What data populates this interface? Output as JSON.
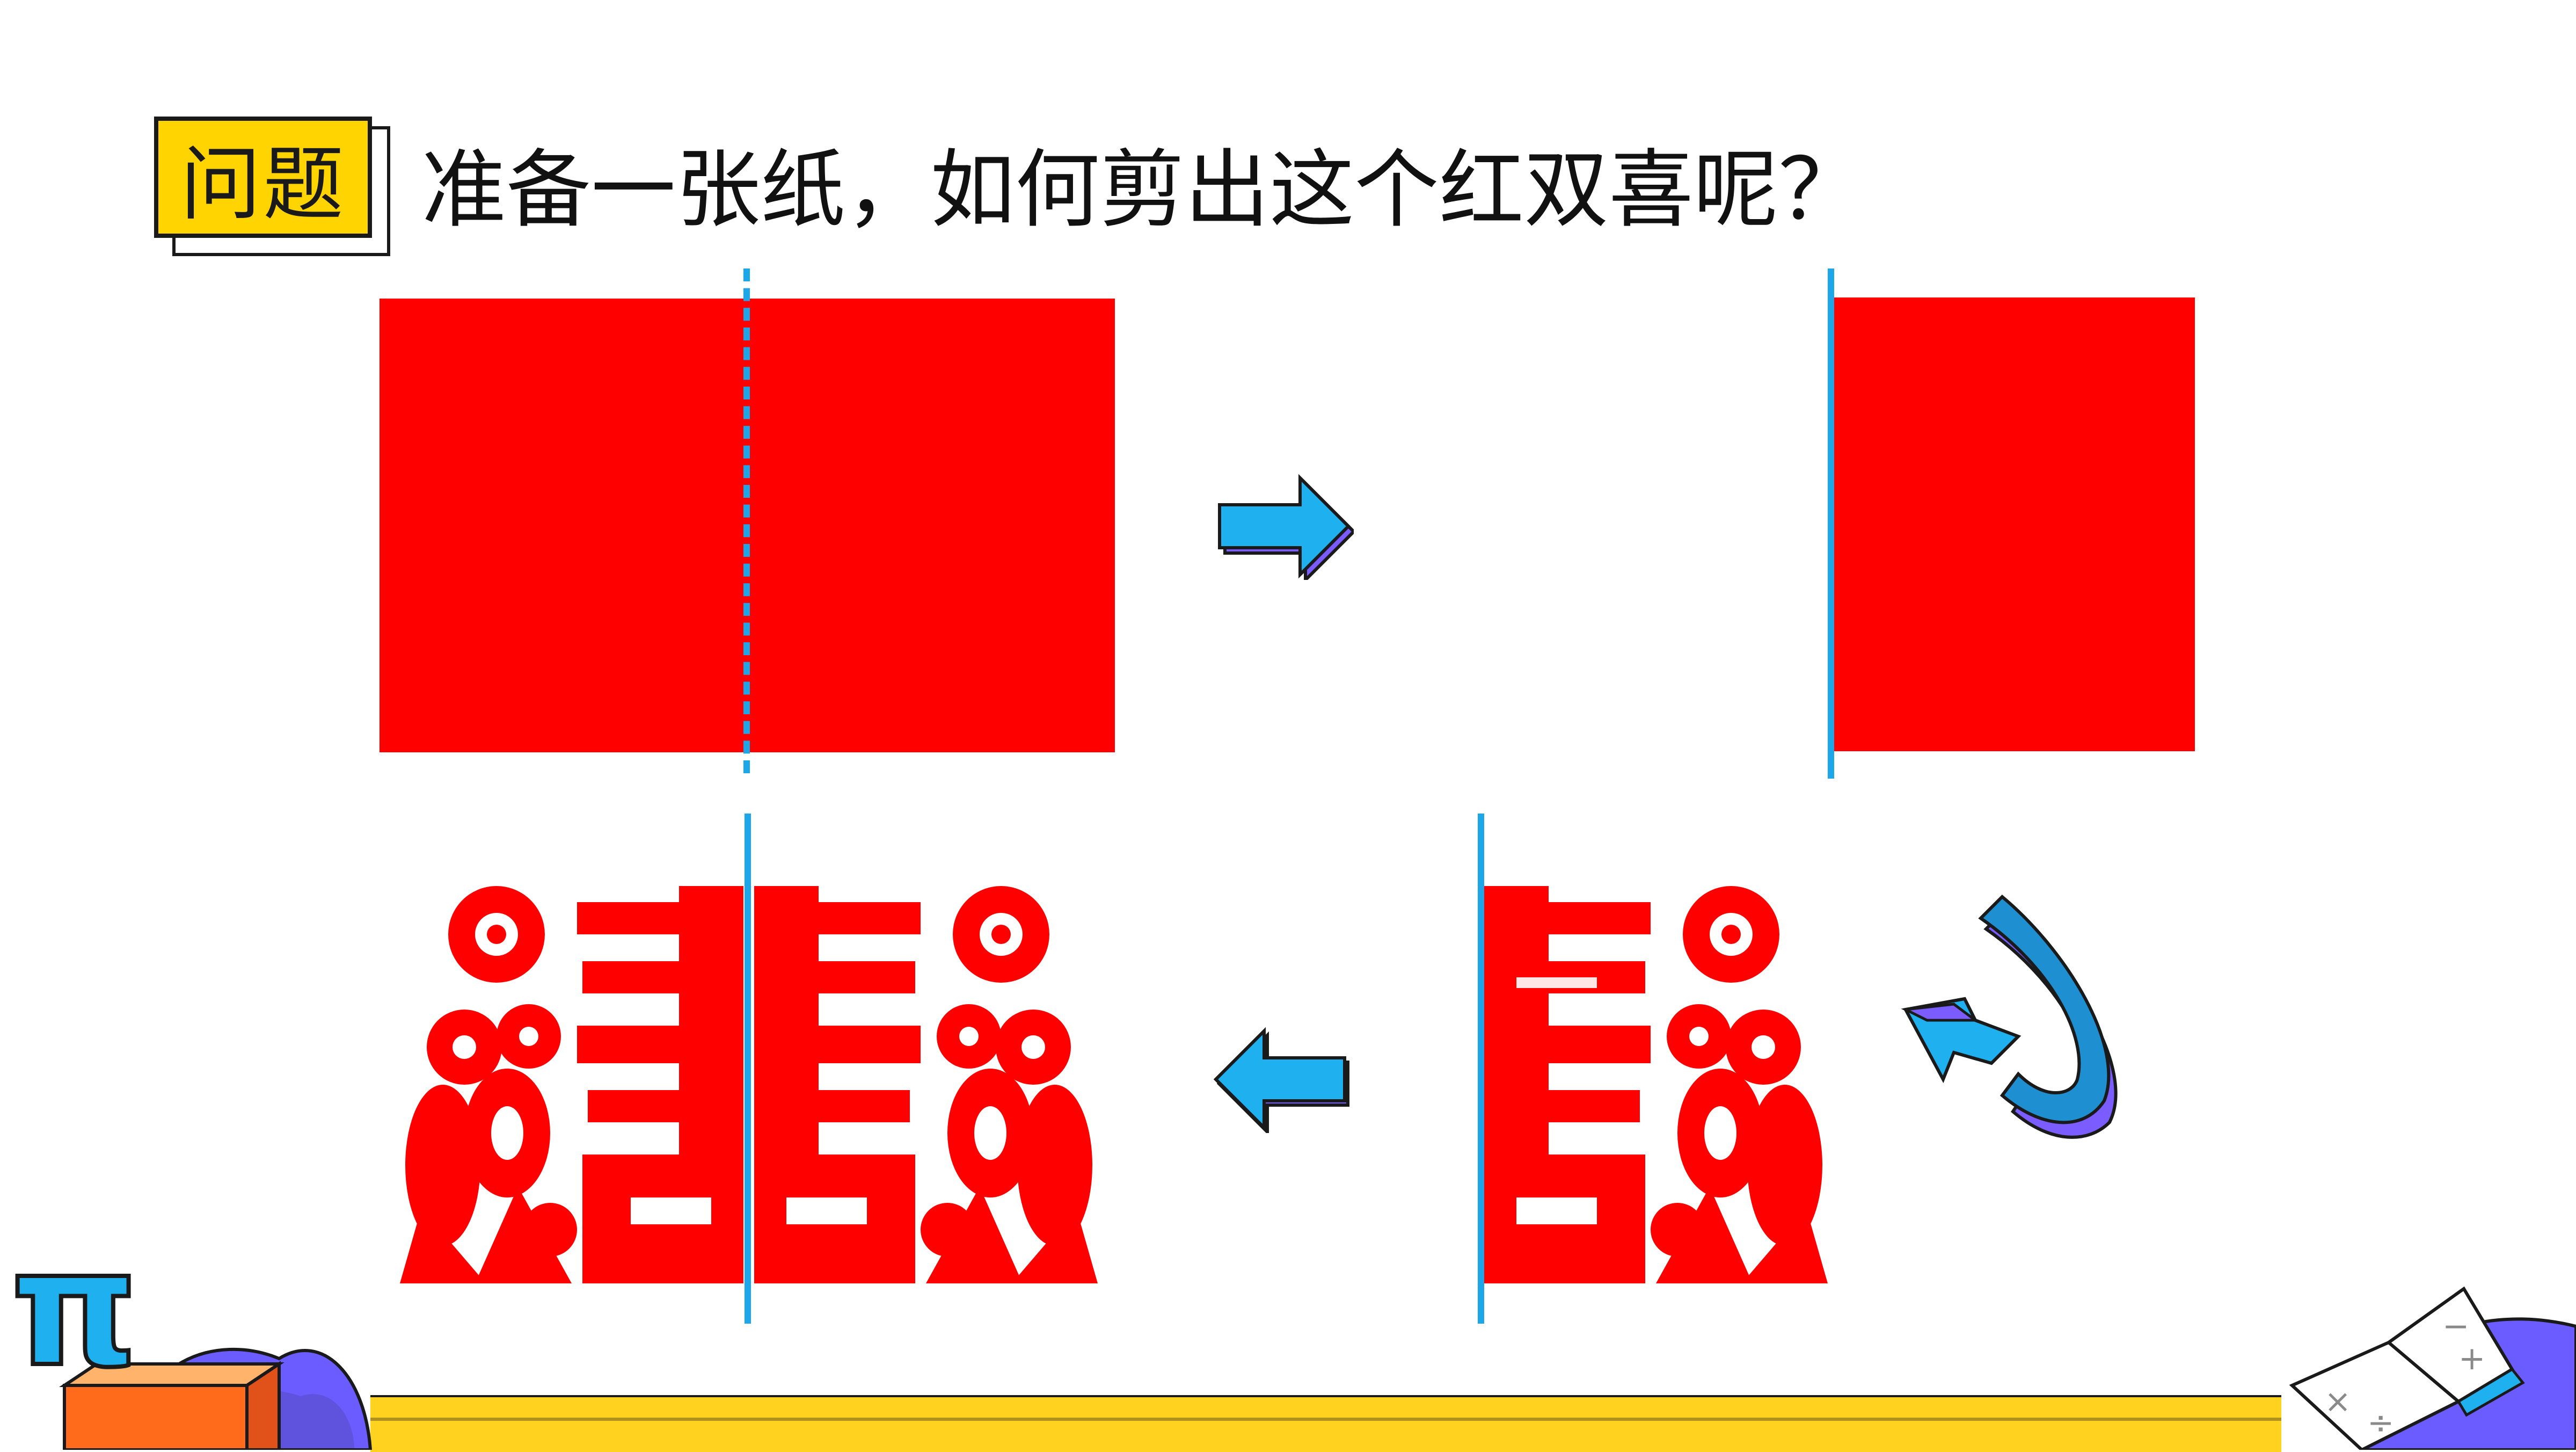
{
  "slide": {
    "badge_label": "问题",
    "question_text": "准备一张纸，如何剪出这个红双喜呢？"
  },
  "colors": {
    "paper_red": "#ff0000",
    "fold_line_blue": "#1ea7e8",
    "arrow_blue": "#1fb0f0",
    "arrow_purple": "#7a5cff",
    "badge_yellow": "#ffd400",
    "footer_yellow": "#ffd21f"
  },
  "icons": {
    "step_arrow_right": "right-arrow-icon",
    "step_arrow_left": "left-arrow-icon",
    "curved_arrow": "curved-arrow-icon",
    "pi": "pi-icon",
    "book": "math-book-icon"
  },
  "decor": {
    "pi_symbol": "π"
  }
}
